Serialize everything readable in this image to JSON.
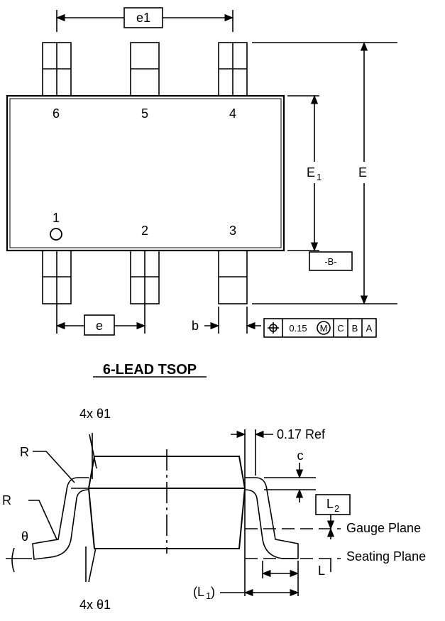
{
  "top_view": {
    "dim_e1": "e1",
    "dim_E1": "E",
    "dim_E1_sub": "1",
    "dim_E": "E",
    "dim_e": "e",
    "dim_b": "b",
    "datum_B": "-B-",
    "pins": [
      "6",
      "5",
      "4",
      "1",
      "2",
      "3"
    ],
    "fcf": {
      "tolerance": "0.15",
      "modifier": "M",
      "datum1": "C",
      "datum2": "B",
      "datum3": "A"
    }
  },
  "package_title": "6-LEAD TSOP",
  "side_view": {
    "theta1_top": "4x θ1",
    "theta1_bottom": "4x θ1",
    "ref_017": "0.17 Ref",
    "dim_c": "c",
    "dim_R_upper": "R",
    "dim_R_lower": "R",
    "dim_theta": "θ",
    "dim_L2": "L",
    "dim_L2_sub": "2",
    "gauge_plane": "Gauge Plane",
    "seating_plane": "Seating Plane",
    "dim_L": "L",
    "dim_L1": "(L",
    "dim_L1_sub": "1",
    "dim_L1_close": ")"
  }
}
